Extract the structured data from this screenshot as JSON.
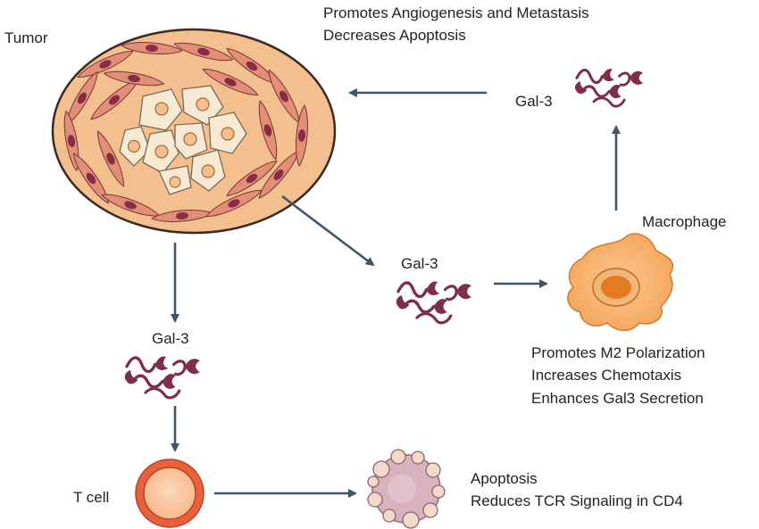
{
  "labels": {
    "tumor": "Tumor",
    "tumor_effects": [
      "Promotes Angiogenesis and Metastasis",
      "Decreases Apoptosis"
    ],
    "gal3_top": "Gal-3",
    "gal3_mid": "Gal-3",
    "gal3_left": "Gal-3",
    "macrophage": "Macrophage",
    "macrophage_effects": [
      "Promotes M2 Polarization",
      "Increases Chemotaxis",
      "Enhances Gal3 Secretion"
    ],
    "tcell": "T cell",
    "tcell_effects": [
      "Apoptosis",
      "Reduces TCR Signaling in CD4"
    ]
  },
  "colors": {
    "arrow": "#3f5666",
    "gal3": "#7d2e49",
    "tumor_fill": "#f4bf8e",
    "tumor_outline": "#3c2a22",
    "fibroblast": "#e48e78",
    "fibroblast_nucleus": "#8b2b4a",
    "tumor_cell": "#f7ead5",
    "macrophage": "#f5a55a",
    "macrophage_nucleus": "#e47a22",
    "tcell": "#e8613d",
    "apoptotic": "#d8b2bc"
  }
}
